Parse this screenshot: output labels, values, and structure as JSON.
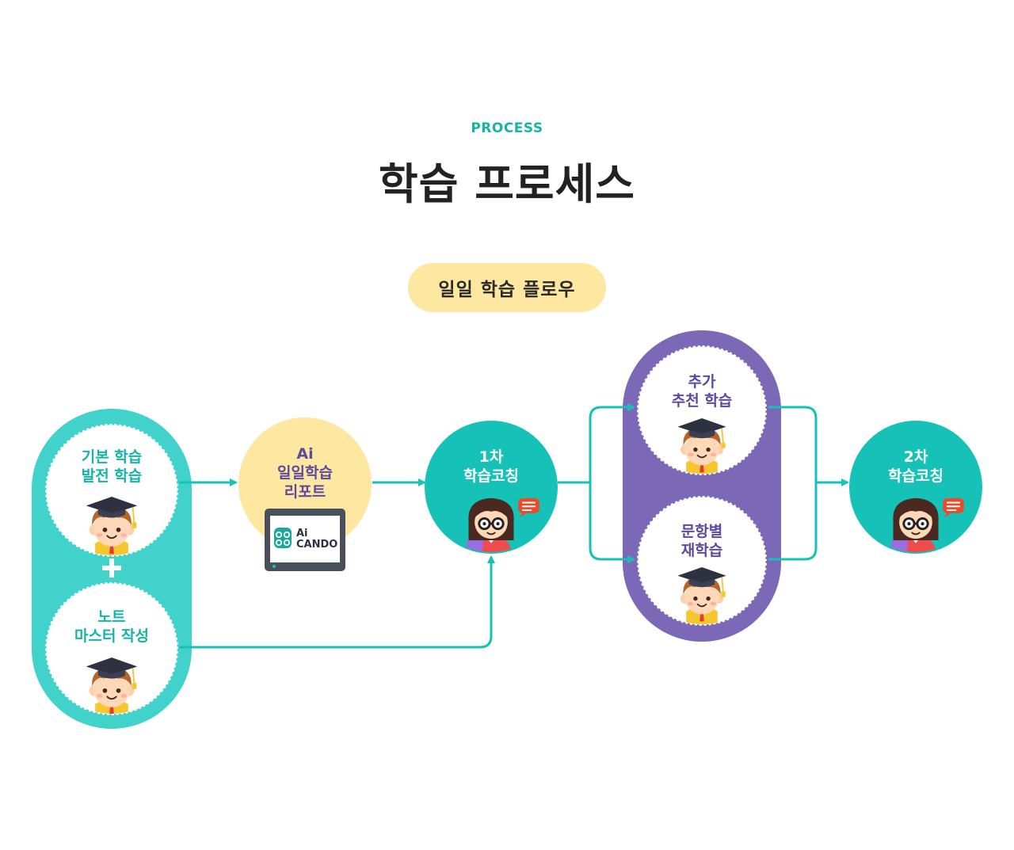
{
  "header": {
    "eyebrow": "PROCESS",
    "title": "학습 프로세스"
  },
  "flow_label": "일일 학습 플로우",
  "nodes": {
    "basic": "기본 학습\n발전 학습",
    "note": "노트\n마스터 작성",
    "report": "Ai\n일일학습\n리포트",
    "coaching1": "1차\n학습코칭",
    "extra": "추가\n추천 학습",
    "retry": "문항별\n재학습",
    "coaching2": "2차\n학습코칭"
  },
  "tablet_logo": "Ai\nCANDO",
  "icons": {
    "plus": "plus-icon",
    "student": "graduate-student-icon",
    "teacher": "teacher-icon",
    "tablet": "tablet-icon",
    "speech": "speech-bubble-icon"
  },
  "colors": {
    "teal": "#16c2b8",
    "teal_light": "#40d2cb",
    "purple": "#7b68b6",
    "purple_text": "#5c4a9e",
    "yellow": "#fde7a1",
    "white": "#ffffff"
  }
}
